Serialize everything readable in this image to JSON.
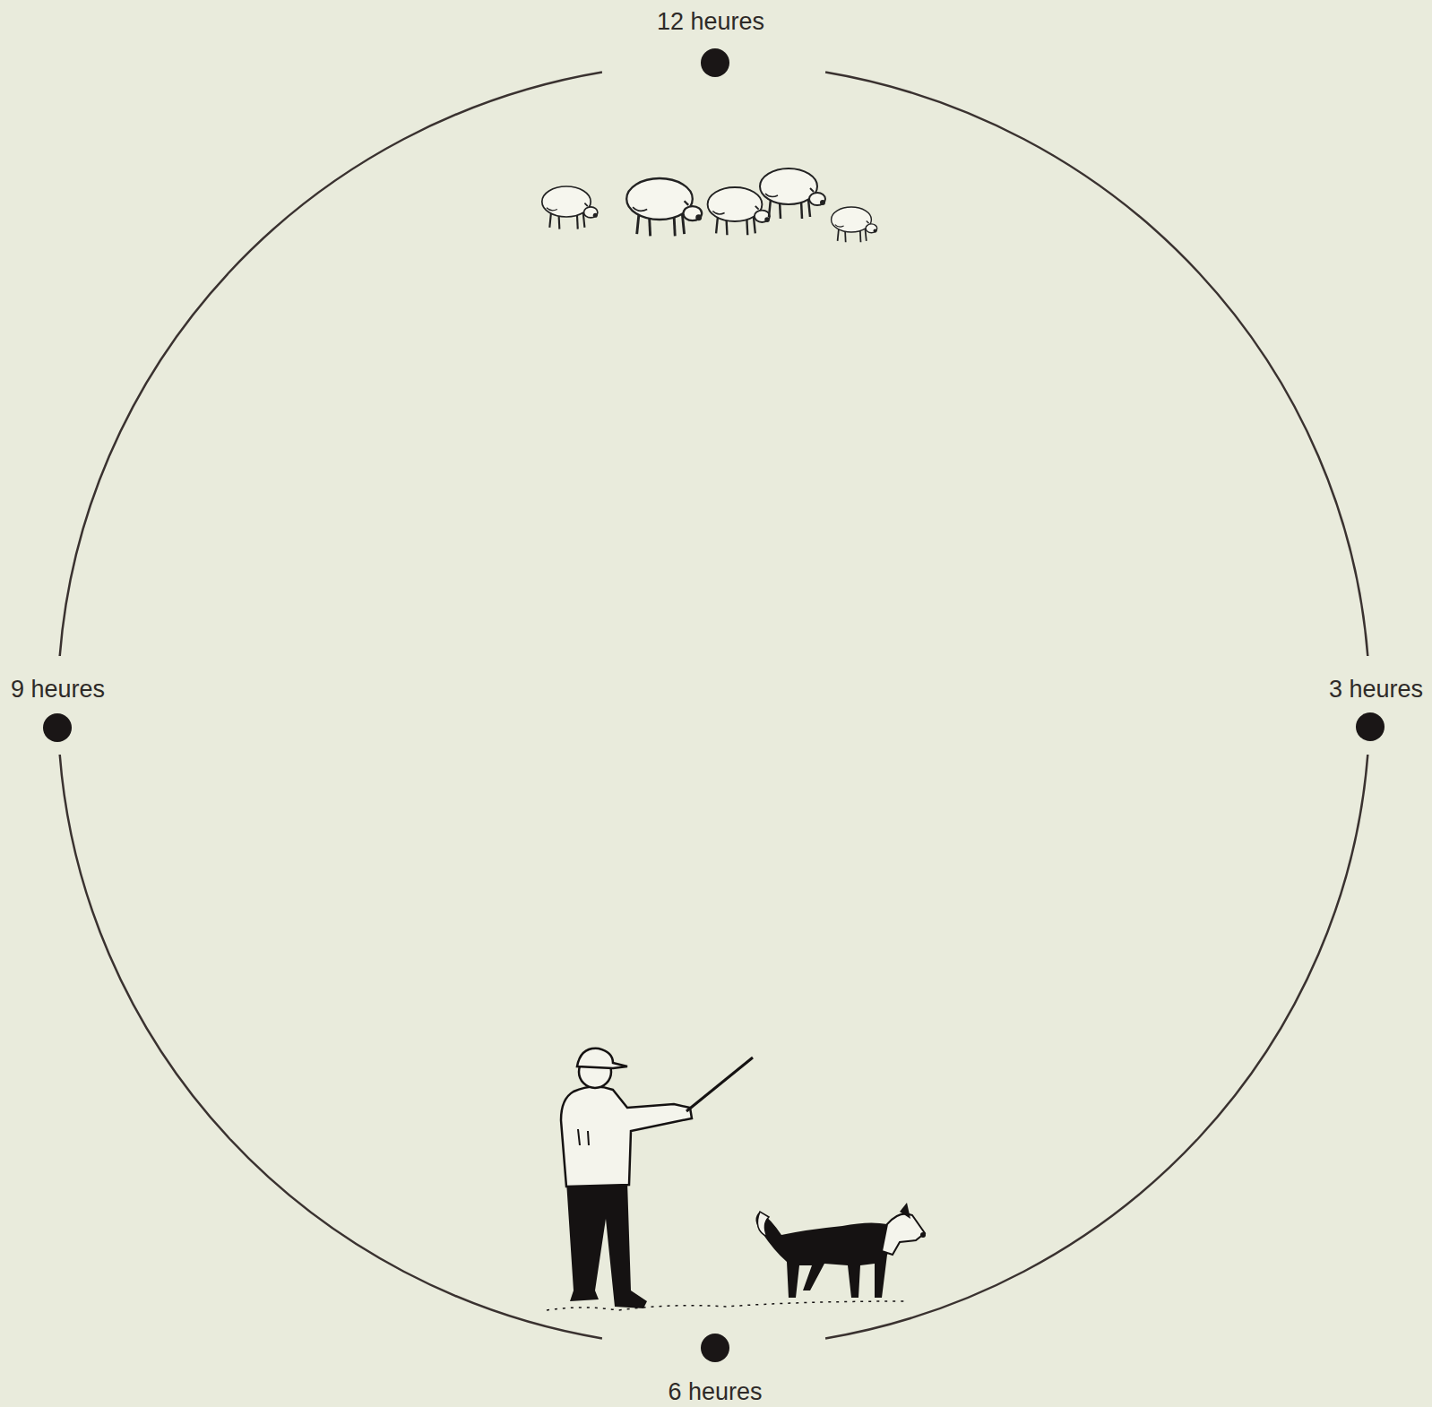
{
  "diagram": {
    "labels": [
      "12 heures",
      "3 heures",
      "6 heures",
      "9 heures"
    ]
  }
}
